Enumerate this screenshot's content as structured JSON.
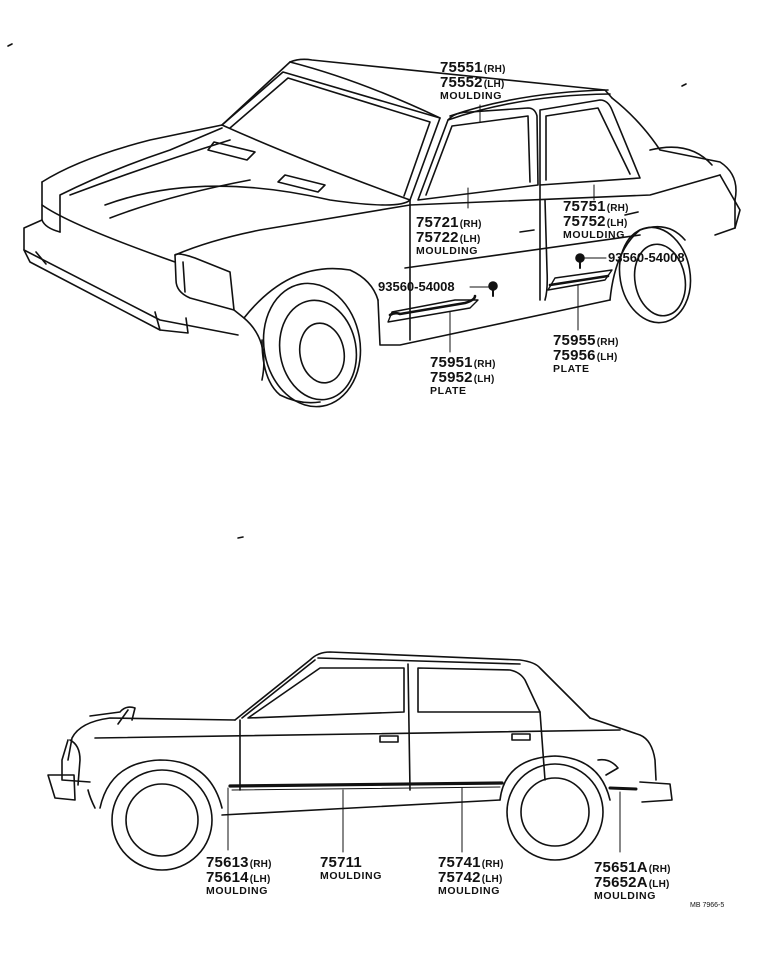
{
  "top_view": {
    "roof_moulding": {
      "rh": "75551",
      "rh_tag": "(RH)",
      "lh": "75552",
      "lh_tag": "(LH)",
      "name": "MOULDING"
    },
    "front_door_moulding": {
      "rh": "75721",
      "rh_tag": "(RH)",
      "lh": "75722",
      "lh_tag": "(LH)",
      "name": "MOULDING"
    },
    "rear_door_moulding": {
      "rh": "75751",
      "rh_tag": "(RH)",
      "lh": "75752",
      "lh_tag": "(LH)",
      "name": "MOULDING"
    },
    "screw_front": "93560-54008",
    "screw_rear": "93560-54008",
    "front_plate": {
      "rh": "75951",
      "rh_tag": "(RH)",
      "lh": "75952",
      "lh_tag": "(LH)",
      "name": "PLATE"
    },
    "rear_plate": {
      "rh": "75955",
      "rh_tag": "(RH)",
      "lh": "75956",
      "lh_tag": "(LH)",
      "name": "PLATE"
    }
  },
  "side_view": {
    "fender_moulding": {
      "rh": "75613",
      "rh_tag": "(RH)",
      "lh": "75614",
      "lh_tag": "(LH)",
      "name": "MOULDING"
    },
    "front_door_moulding": {
      "pn": "75711",
      "name": "MOULDING"
    },
    "rear_door_moulding": {
      "rh": "75741",
      "rh_tag": "(RH)",
      "lh": "75742",
      "lh_tag": "(LH)",
      "name": "MOULDING"
    },
    "quarter_moulding": {
      "rh": "75651A",
      "rh_tag": "(RH)",
      "lh": "75652A",
      "lh_tag": "(LH)",
      "name": "MOULDING"
    }
  },
  "drawing_code": "MB 7966-5",
  "colors": {
    "ink": "#111111",
    "paper": "#ffffff"
  }
}
